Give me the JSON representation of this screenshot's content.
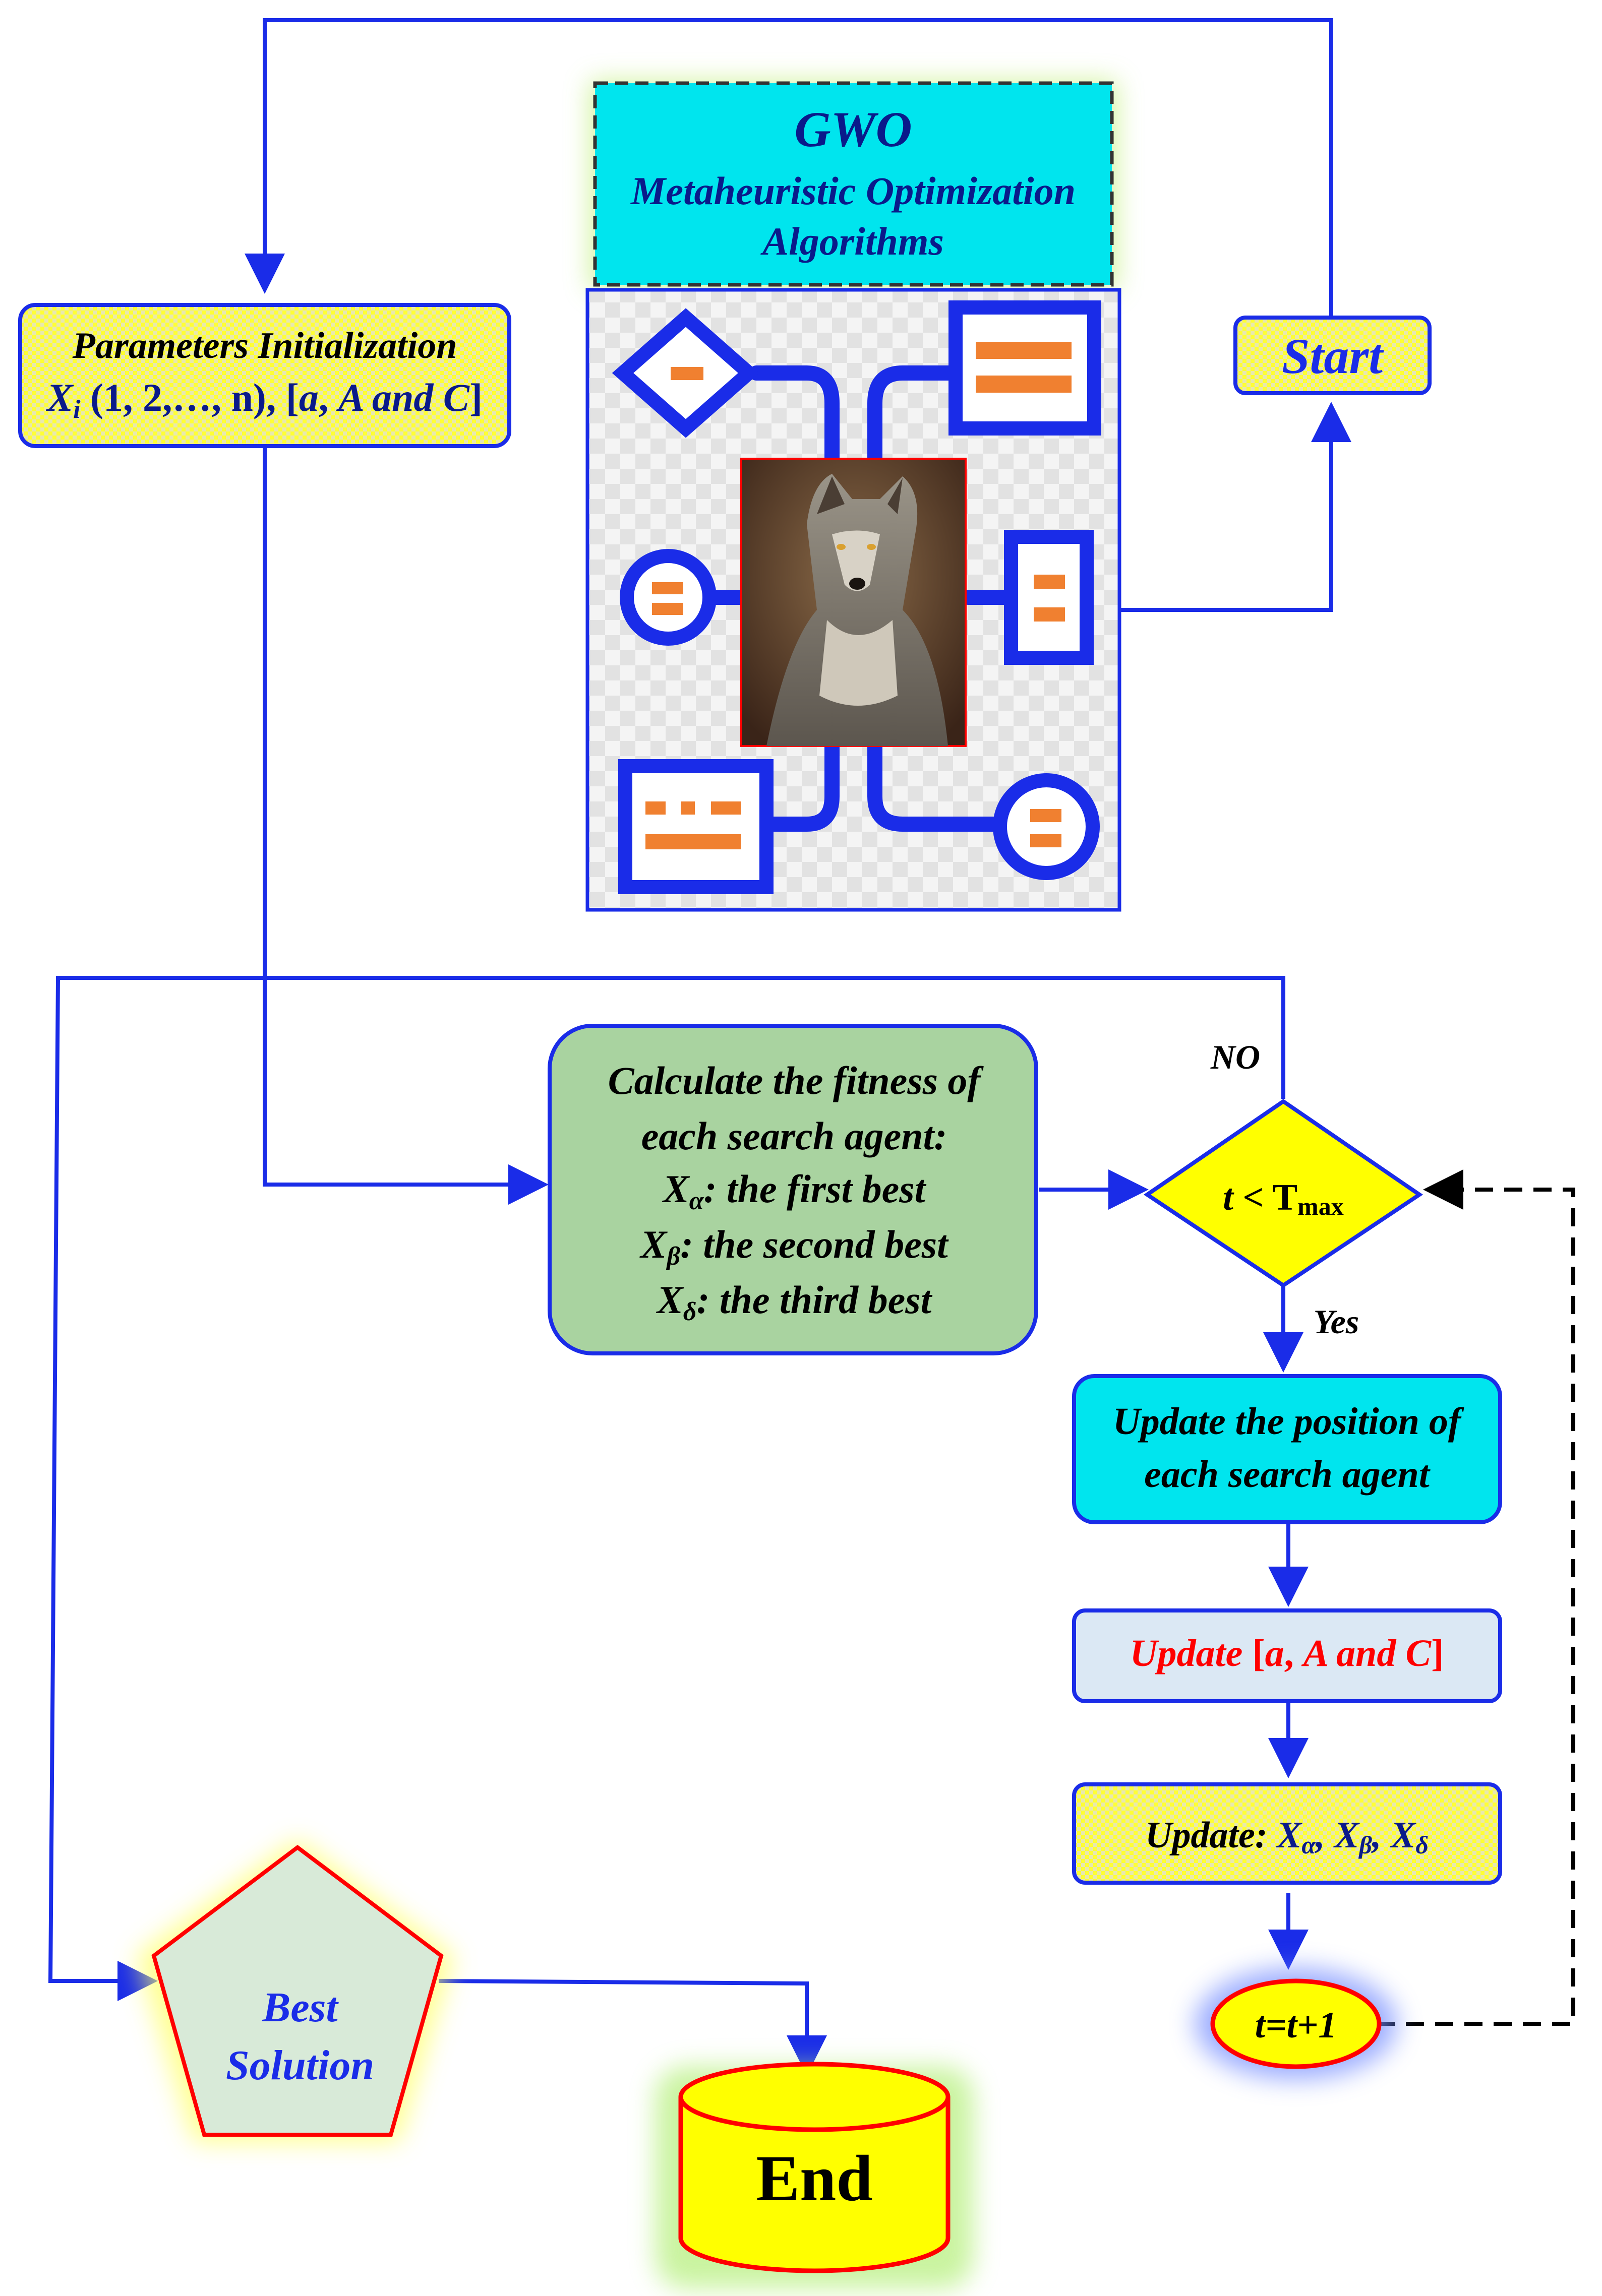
{
  "title_box": {
    "line1": "GWO",
    "line2": "Metaheuristic Optimization",
    "line3": "Algorithms"
  },
  "start": {
    "label": "Start"
  },
  "params": {
    "line1": "Parameters Initialization",
    "x": "X",
    "x_sub": "i",
    "line2_rest": " (1, 2,…, n), [",
    "a": "a",
    "comma": ", ",
    "ac": "A and C",
    "close": "]"
  },
  "fitness": {
    "line1": "Calculate the fitness of",
    "line2": "each search agent:",
    "row1_sub": "α",
    "row1_text": ": the first best",
    "row2_sub": "β",
    "row2_text": ": the second best",
    "row3_sub": "δ",
    "row3_text": ": the third best",
    "x": "X"
  },
  "decision": {
    "t": "t",
    "lt": " < ",
    "T": "T",
    "max": "max"
  },
  "labels": {
    "no": "NO",
    "yes": "Yes"
  },
  "update_position": {
    "line1": "Update the position of",
    "line2": "each search agent"
  },
  "update_params": {
    "word": "Update ",
    "open": "[",
    "a": "a",
    "comma": ", ",
    "ac": "A and C",
    "close": "]"
  },
  "update_x": {
    "word": "Update: ",
    "x": "X",
    "s1": "α",
    "s2": "β",
    "s3": "δ",
    "sep": ", "
  },
  "increment": {
    "label": "t=t+1"
  },
  "best": {
    "line1": "Best",
    "line2": "Solution"
  },
  "end": {
    "label": "End"
  },
  "colors": {
    "line": "#1a2ce8",
    "cyan": "#00e5ee",
    "yellow": "#ffff00",
    "green_box": "#a9d3a0",
    "red": "#ff0000",
    "orange": "#f08030",
    "navy": "#0a1a8a"
  },
  "icons": [
    "wolf-photo",
    "flowchart-illustration"
  ]
}
